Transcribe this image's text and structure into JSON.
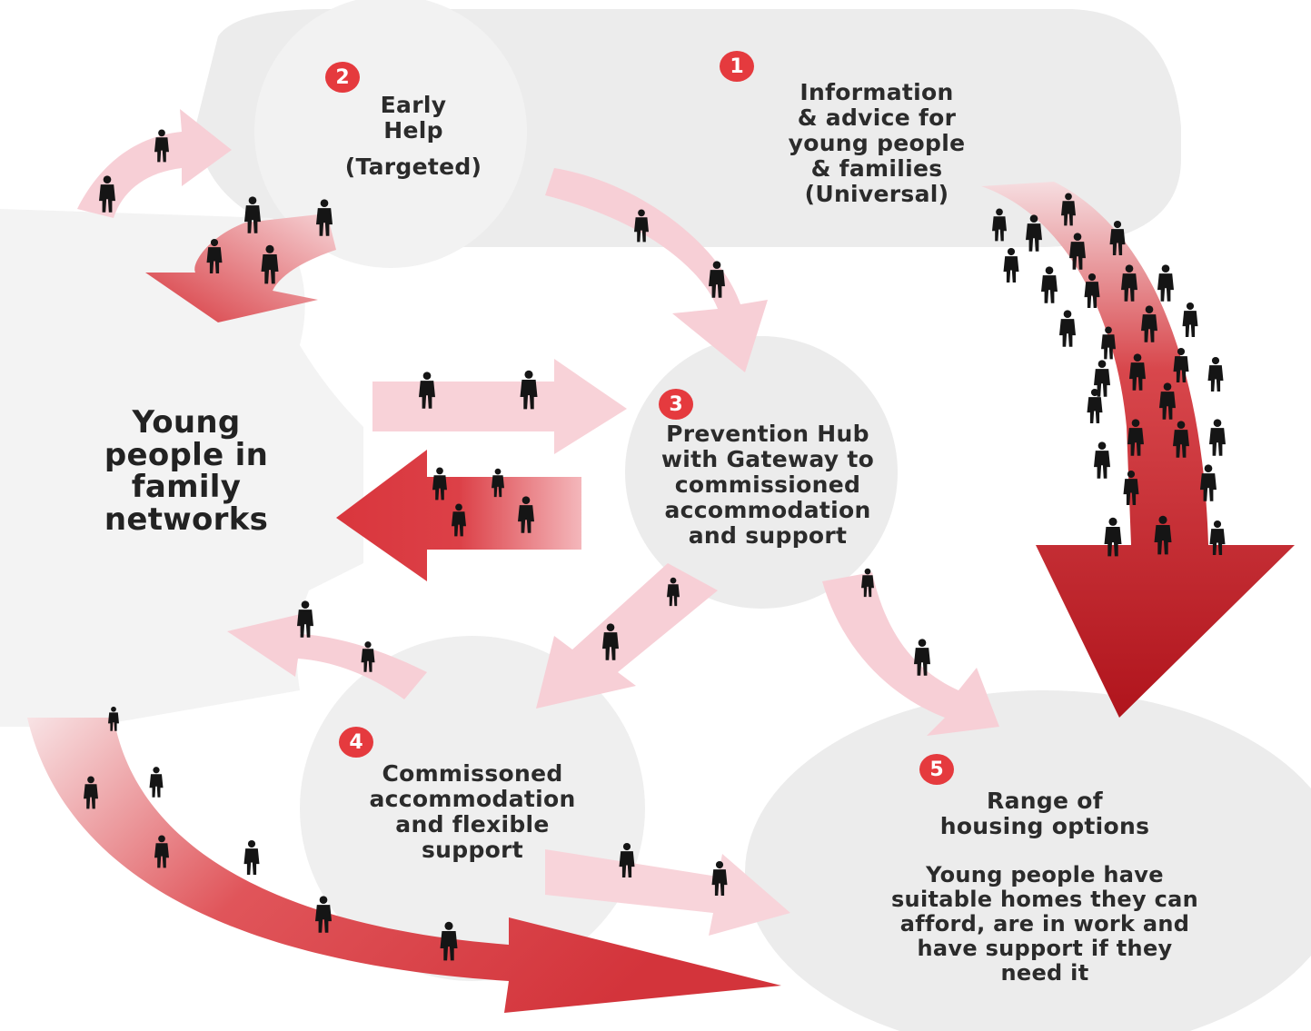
{
  "colors": {
    "circle": "#ececec",
    "pale_arrow": "#f7cfd6",
    "red_arrow": "#d9363d",
    "dark_red_arrow": "#b51820",
    "badge": "#e53a3e",
    "figures": "#151515"
  },
  "nodes": [
    {
      "id": "info",
      "number": "1",
      "lines": [
        "Information",
        "& advice for",
        "young people",
        "& families",
        "(Universal)"
      ]
    },
    {
      "id": "early",
      "number": "2",
      "lines": [
        "Early",
        "Help",
        "",
        "(Targeted)"
      ]
    },
    {
      "id": "hub",
      "number": "3",
      "lines": [
        "Prevention Hub",
        "with Gateway to",
        "commissioned",
        "accommodation",
        "and support"
      ]
    },
    {
      "id": "commissioned",
      "number": "4",
      "lines": [
        "Commissoned",
        "accommodation",
        "and flexible",
        "support"
      ]
    },
    {
      "id": "housing",
      "number": "5",
      "title_lines": [
        "Range of",
        "housing options"
      ],
      "outcome_lines": [
        "Young people have",
        "suitable homes they can",
        "afford, are in work and",
        "have support if they",
        "need it"
      ]
    }
  ],
  "family": {
    "lines": [
      "Young",
      "people in",
      "family",
      "networks"
    ]
  },
  "icons": {
    "figure": "person-silhouette-icon",
    "badge": "number-badge"
  }
}
